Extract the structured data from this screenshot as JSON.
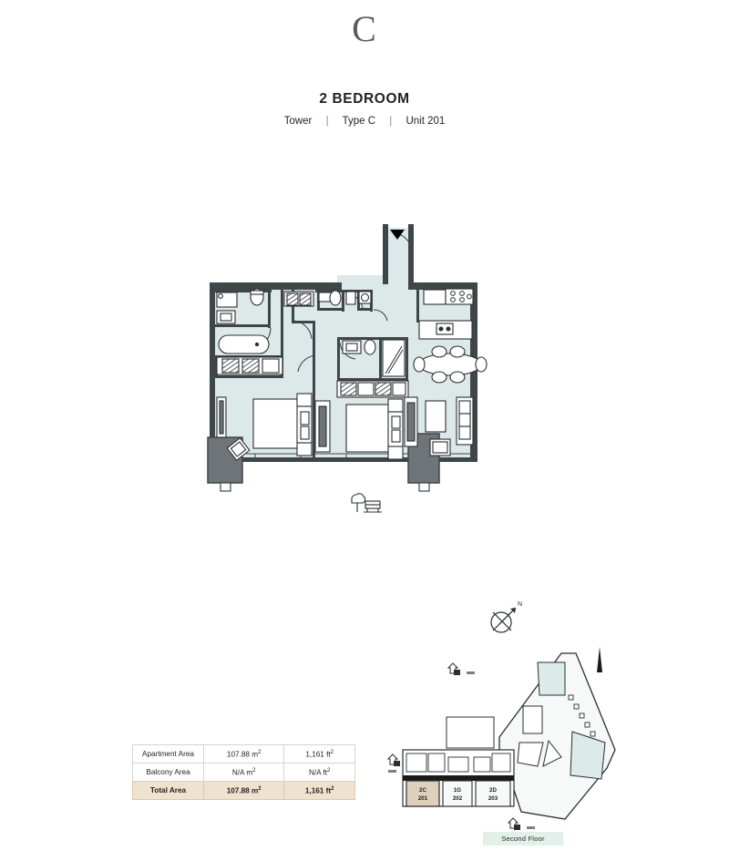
{
  "header": {
    "plan_letter": "C",
    "title": "2 BEDROOM",
    "tower": "Tower",
    "type": "Type C",
    "unit": "Unit 201",
    "separator": "|"
  },
  "area_table": {
    "rows": [
      {
        "label": "Apartment Area",
        "sqm": "107.88 m",
        "sqm_sup": "2",
        "sqft": "1,161 ft",
        "sqft_sup": "2",
        "total": false
      },
      {
        "label": "Balcony Area",
        "sqm": "N/A m",
        "sqm_sup": "2",
        "sqft": "N/A ft",
        "sqft_sup": "2",
        "total": false
      },
      {
        "label": "Total Area",
        "sqm": "107.88 m",
        "sqm_sup": "2",
        "sqft": "1,161 ft",
        "sqft_sup": "2",
        "total": true
      }
    ]
  },
  "key_plan": {
    "floor_label": "Second Floor",
    "compass_label": "N",
    "units": [
      {
        "type": "2C",
        "number": "201",
        "highlighted": true
      },
      {
        "type": "1G",
        "number": "202",
        "highlighted": false
      },
      {
        "type": "2D",
        "number": "203",
        "highlighted": false
      }
    ]
  },
  "icons": {
    "view_icon": "tree-bench-icon",
    "compass": "compass-north-icon",
    "north_arrow": "north-arrow-icon",
    "entrance_marker": "entrance-door-marker"
  },
  "colors": {
    "room_fill": "#dde9e9",
    "wall": "#3f4649",
    "wall_light": "#7e878a",
    "table_highlight": "#efe2cf",
    "floor_band": "#e3efe9",
    "keyplan_highlight": "#ded0bb",
    "text": "#231f20"
  }
}
